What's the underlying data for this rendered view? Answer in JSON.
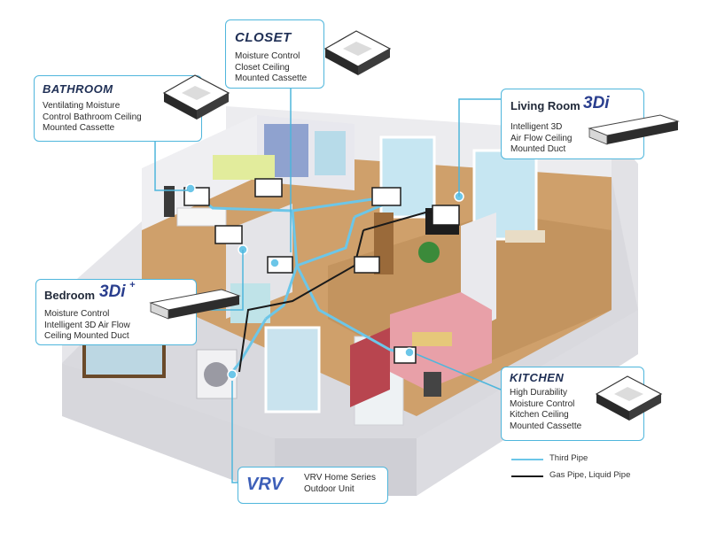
{
  "callouts": {
    "closet": {
      "title": "CLOSET",
      "description": "Moisture Control\nCloset Ceiling\nMounted Cassette"
    },
    "bathroom": {
      "title": "BATHROOM",
      "description": "Ventilating Moisture\nControl Bathroom Ceiling\nMounted Cassette"
    },
    "living_room": {
      "title": "Living Room",
      "badge": "3Di",
      "description": "Intelligent 3D\nAir Flow Ceiling\nMounted Duct"
    },
    "bedroom": {
      "title": "Bedroom",
      "badge": "3Di",
      "badge_sup": "+",
      "description": "Moisture Control\nIntelligent 3D Air Flow\nCeiling Mounted Duct"
    },
    "kitchen": {
      "title": "KITCHEN",
      "description": "High Durability\nMoisture Control\nKitchen Ceiling\nMounted Cassette"
    },
    "vrv": {
      "brand": "VRV",
      "description": "VRV Home Series\nOutdoor Unit"
    }
  },
  "legend": [
    {
      "label": "Third Pipe",
      "color": "#6cc6e8"
    },
    {
      "label": "Gas Pipe, Liquid Pipe",
      "color": "#1a1a1a"
    }
  ],
  "colors": {
    "accent_blue": "#4fb6dc",
    "title_navy": "#1f2f55",
    "wall": "#e9e9ec",
    "floor": "#c99a63",
    "kitchen_tile": "#e8a0a8"
  }
}
